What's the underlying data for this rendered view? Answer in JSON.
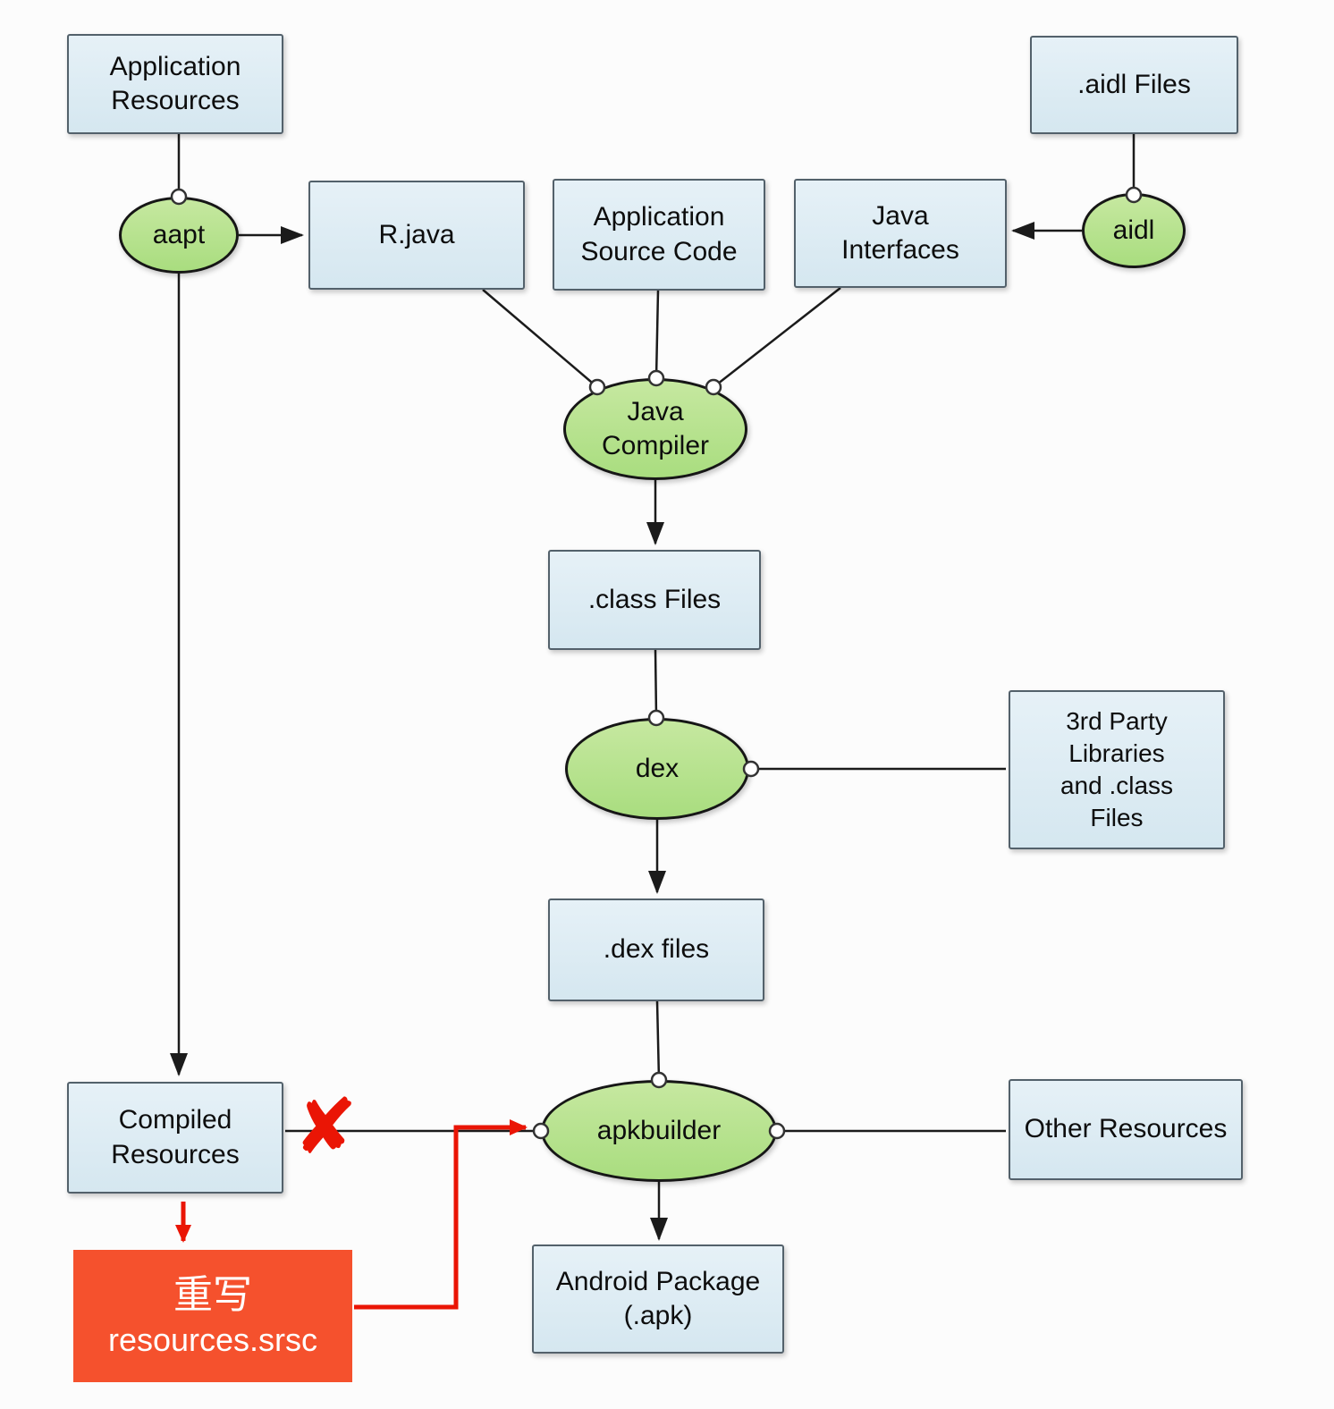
{
  "colors": {
    "box_fill": "#d9e9f1",
    "box_border": "#53616b",
    "ellipse_fill": "#abdd81",
    "line": "#1b1b1b",
    "annotation_red": "#ea1505",
    "annotation_box_fill": "#f5512d",
    "annotation_text": "#ffffff"
  },
  "nodes": {
    "app_resources": {
      "label": "Application\nResources",
      "type": "box"
    },
    "aapt": {
      "label": "aapt",
      "type": "process"
    },
    "r_java": {
      "label": "R.java",
      "type": "box"
    },
    "app_source": {
      "label": "Application\nSource Code",
      "type": "box"
    },
    "java_interfaces": {
      "label": "Java\nInterfaces",
      "type": "box"
    },
    "aidl_files": {
      "label": ".aidl Files",
      "type": "box"
    },
    "aidl": {
      "label": "aidl",
      "type": "process"
    },
    "java_compiler": {
      "label": "Java\nCompiler",
      "type": "process"
    },
    "class_files": {
      "label": ".class Files",
      "type": "box"
    },
    "dex": {
      "label": "dex",
      "type": "process"
    },
    "third_party": {
      "label": "3rd Party\nLibraries\nand .class\nFiles",
      "type": "box"
    },
    "dex_files": {
      "label": ".dex files",
      "type": "box"
    },
    "apkbuilder": {
      "label": "apkbuilder",
      "type": "process"
    },
    "other_resources": {
      "label": "Other Resources",
      "type": "box"
    },
    "compiled_resources": {
      "label": "Compiled\nResources",
      "type": "box"
    },
    "android_package": {
      "label": "Android Package\n(.apk)",
      "type": "box"
    }
  },
  "annotations": {
    "rewrite_line1": "重写",
    "rewrite_line2": "resources.srsc",
    "cross_mark": "✘"
  }
}
